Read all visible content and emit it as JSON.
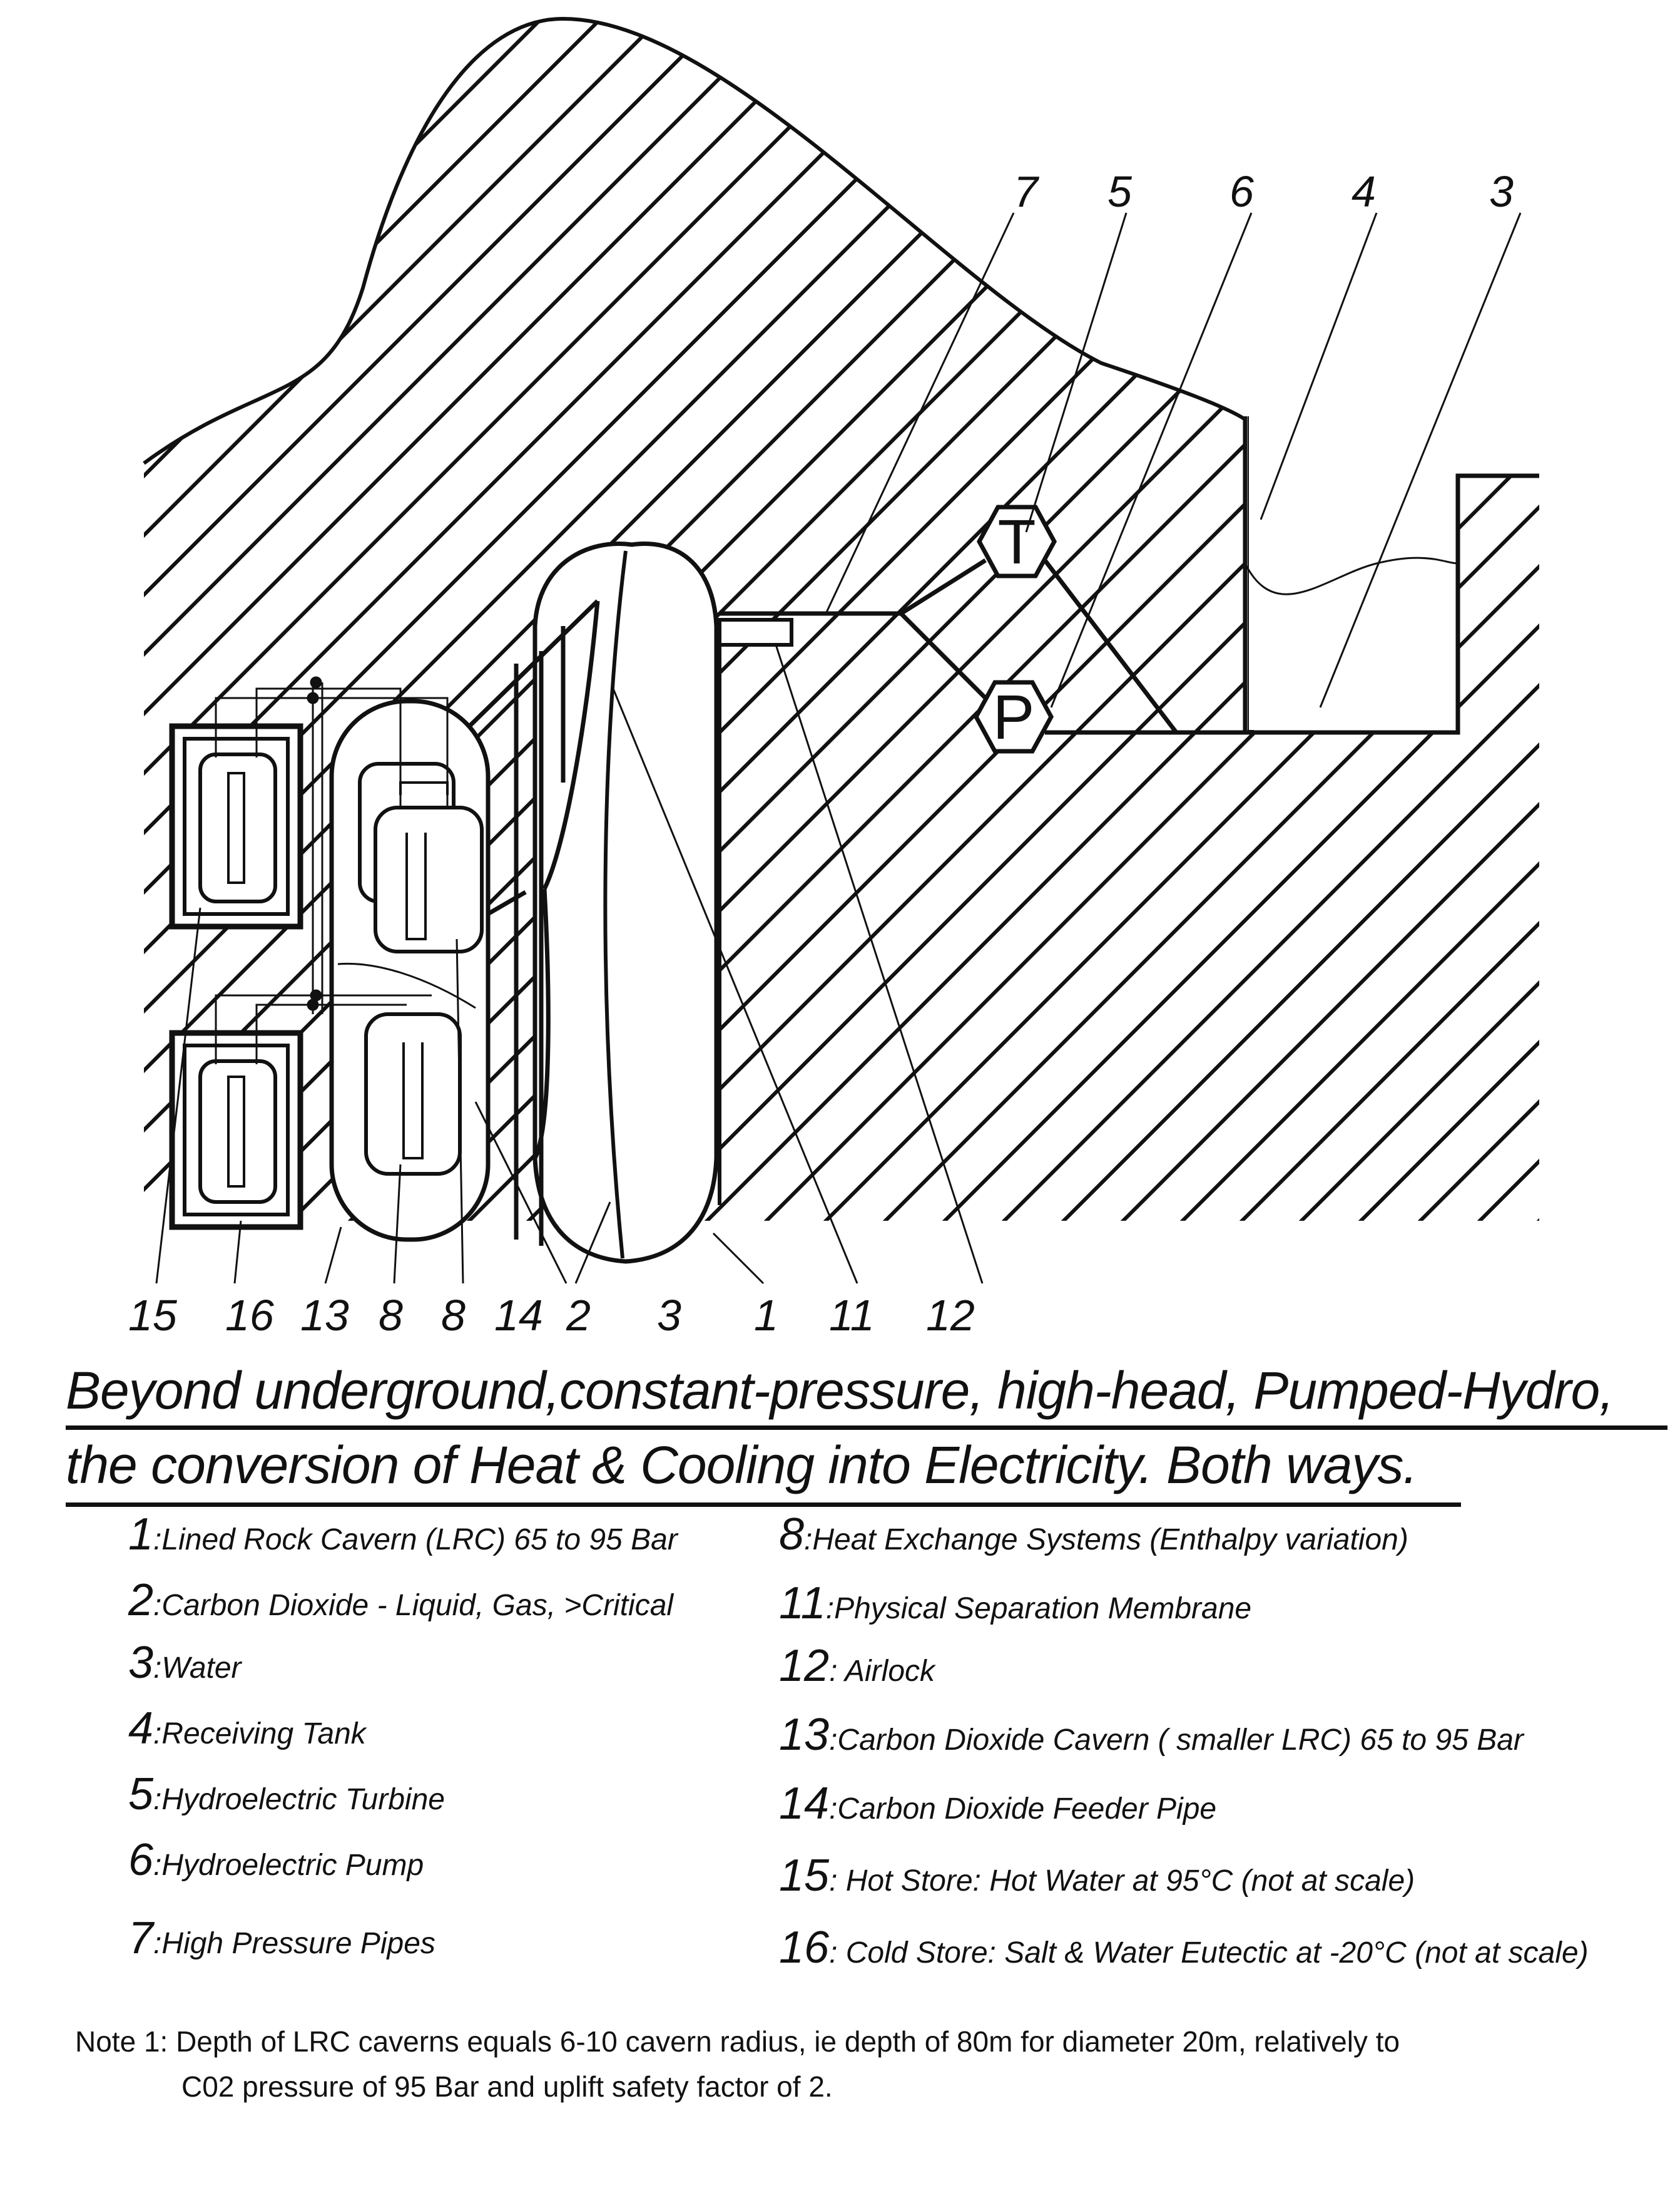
{
  "diagram": {
    "callouts_top": [
      {
        "id": "c7",
        "text": "7"
      },
      {
        "id": "c5",
        "text": "5"
      },
      {
        "id": "c6",
        "text": "6"
      },
      {
        "id": "c4",
        "text": "4"
      },
      {
        "id": "c3",
        "text": "3"
      }
    ],
    "callouts_bottom": [
      {
        "id": "b15",
        "text": "15"
      },
      {
        "id": "b16",
        "text": "16"
      },
      {
        "id": "b13",
        "text": "13"
      },
      {
        "id": "b8a",
        "text": "8"
      },
      {
        "id": "b8b",
        "text": "8"
      },
      {
        "id": "b14",
        "text": "14"
      },
      {
        "id": "b2",
        "text": "2"
      },
      {
        "id": "b3",
        "text": "3"
      },
      {
        "id": "b1",
        "text": "1"
      },
      {
        "id": "b11",
        "text": "11"
      },
      {
        "id": "b12",
        "text": "12"
      }
    ],
    "turbine_symbol": "T",
    "pump_symbol": "P"
  },
  "title": {
    "line1": "Beyond underground,constant-pressure, high-head, Pumped-Hydro,",
    "line2": "the conversion of Heat & Cooling into Electricity.  Both ways."
  },
  "legend": {
    "left": [
      {
        "num": "1",
        "text": ":Lined Rock Cavern (LRC) 65 to 95 Bar"
      },
      {
        "num": "2",
        "text": ":Carbon Dioxide - Liquid, Gas, >Critical"
      },
      {
        "num": "3",
        "text": ":Water"
      },
      {
        "num": "4",
        "text": ":Receiving Tank"
      },
      {
        "num": "5",
        "text": ":Hydroelectric Turbine"
      },
      {
        "num": "6",
        "text": ":Hydroelectric Pump"
      },
      {
        "num": "7",
        "text": ":High Pressure Pipes"
      }
    ],
    "right": [
      {
        "num": "8",
        "text": ":Heat Exchange  Systems (Enthalpy variation)"
      },
      {
        "num": "11",
        "text": ":Physical Separation Membrane"
      },
      {
        "num": "12",
        "text": ": Airlock"
      },
      {
        "num": "13",
        "text": ":Carbon Dioxide Cavern ( smaller LRC) 65 to 95 Bar"
      },
      {
        "num": "14",
        "text": ":Carbon Dioxide Feeder Pipe"
      },
      {
        "num": "15",
        "text": ": Hot Store: Hot Water at 95°C  (not at scale)"
      },
      {
        "num": "16",
        "text": ": Cold Store: Salt & Water Eutectic at -20°C (not at scale)"
      }
    ]
  },
  "note": {
    "line1": "Note 1: Depth of LRC caverns equals 6-10 cavern radius, ie depth of  80m for diameter 20m, relatively to",
    "line2": "C02 pressure of 95 Bar and uplift safety factor of 2."
  }
}
